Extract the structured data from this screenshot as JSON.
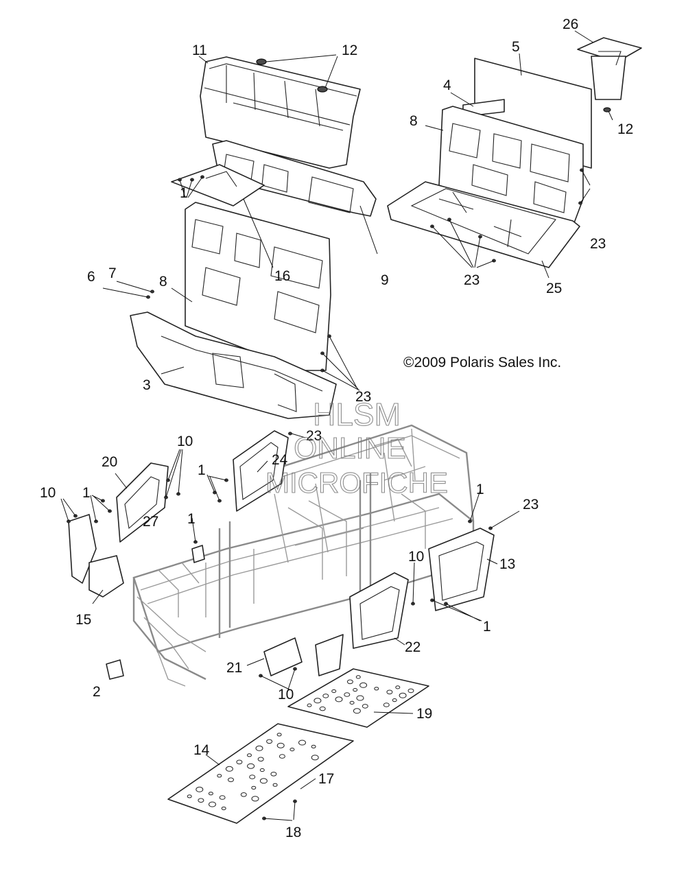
{
  "diagram": {
    "copyright": "©2009 Polaris Sales Inc.",
    "watermark": {
      "line1": "HLSM",
      "line2": "ONLINE",
      "line3": "MICROFICHE"
    },
    "callouts": [
      {
        "id": "c11",
        "label": "11"
      },
      {
        "id": "c12a",
        "label": "12"
      },
      {
        "id": "c26",
        "label": "26"
      },
      {
        "id": "c5",
        "label": "5"
      },
      {
        "id": "c4",
        "label": "4"
      },
      {
        "id": "c8a",
        "label": "8"
      },
      {
        "id": "c12b",
        "label": "12"
      },
      {
        "id": "c1a",
        "label": "1"
      },
      {
        "id": "c16",
        "label": "16"
      },
      {
        "id": "c9",
        "label": "9"
      },
      {
        "id": "c23a",
        "label": "23"
      },
      {
        "id": "c23b",
        "label": "23"
      },
      {
        "id": "c25",
        "label": "25"
      },
      {
        "id": "c7",
        "label": "7"
      },
      {
        "id": "c6",
        "label": "6"
      },
      {
        "id": "c8b",
        "label": "8"
      },
      {
        "id": "c3",
        "label": "3"
      },
      {
        "id": "c23c",
        "label": "23"
      },
      {
        "id": "c23d",
        "label": "23"
      },
      {
        "id": "c10a",
        "label": "10"
      },
      {
        "id": "c20",
        "label": "20"
      },
      {
        "id": "c24",
        "label": "24"
      },
      {
        "id": "c1b",
        "label": "1"
      },
      {
        "id": "c10b",
        "label": "10"
      },
      {
        "id": "c1c",
        "label": "1"
      },
      {
        "id": "c27",
        "label": "27"
      },
      {
        "id": "c1d",
        "label": "1"
      },
      {
        "id": "c1e",
        "label": "1"
      },
      {
        "id": "c23e",
        "label": "23"
      },
      {
        "id": "c13",
        "label": "13"
      },
      {
        "id": "c10c",
        "label": "10"
      },
      {
        "id": "c15",
        "label": "15"
      },
      {
        "id": "c1f",
        "label": "1"
      },
      {
        "id": "c22",
        "label": "22"
      },
      {
        "id": "c2",
        "label": "2"
      },
      {
        "id": "c21",
        "label": "21"
      },
      {
        "id": "c10d",
        "label": "10"
      },
      {
        "id": "c19",
        "label": "19"
      },
      {
        "id": "c14",
        "label": "14"
      },
      {
        "id": "c17",
        "label": "17"
      },
      {
        "id": "c18",
        "label": "18"
      }
    ]
  }
}
